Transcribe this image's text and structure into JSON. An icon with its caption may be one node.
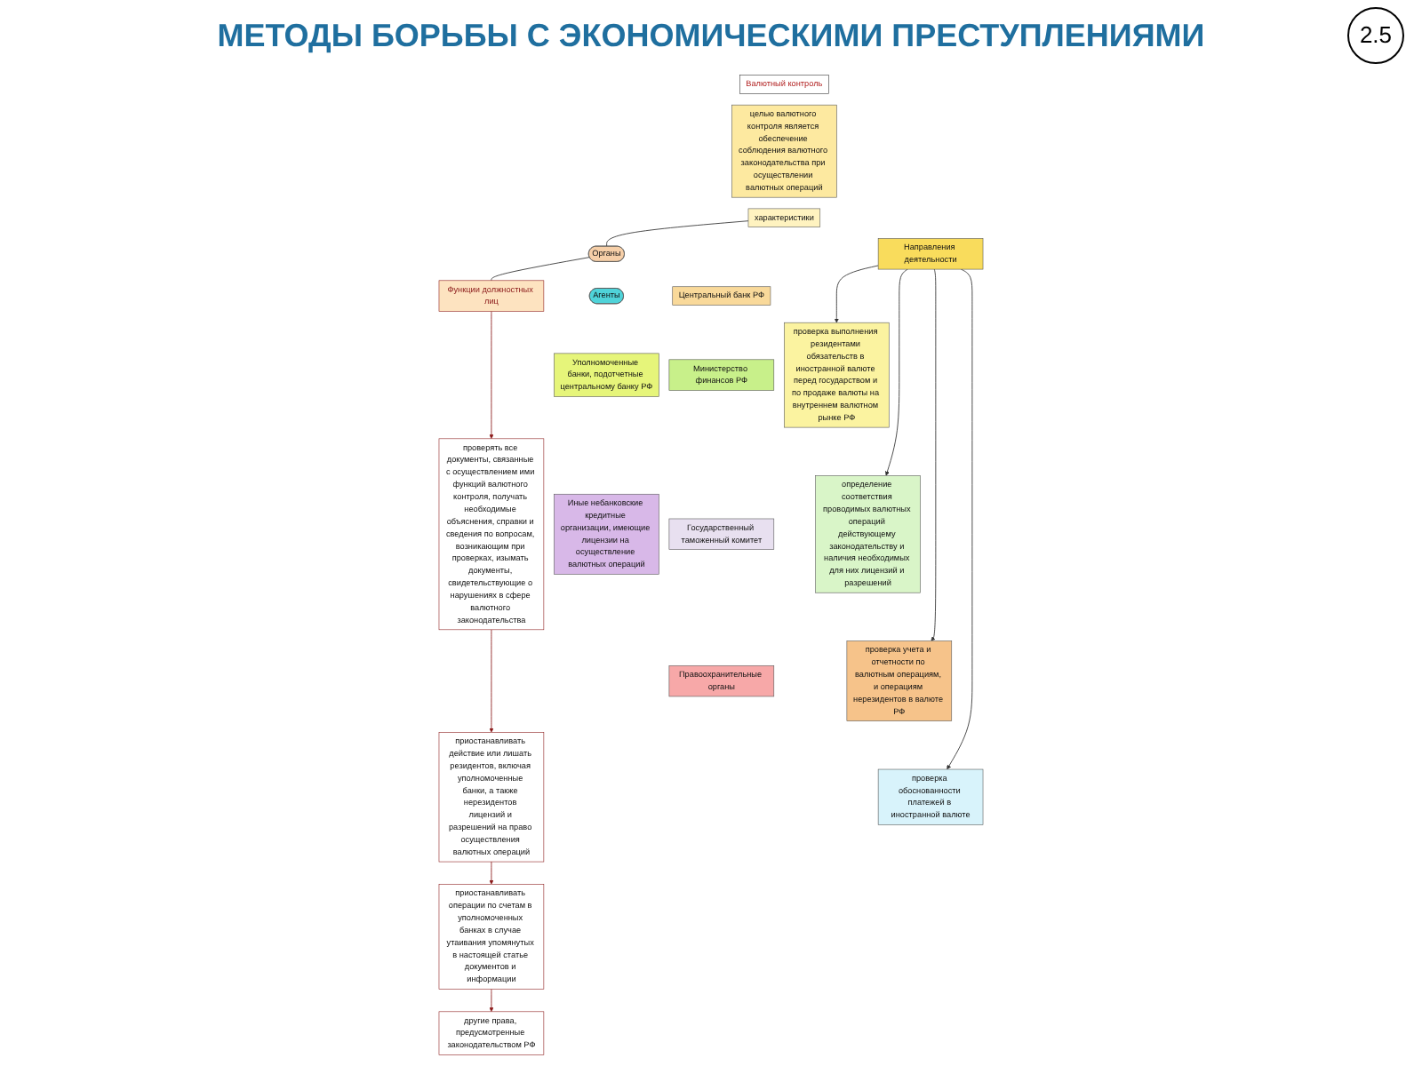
{
  "diagram": {
    "title": "МЕТОДЫ БОРЬБЫ С ЭКОНОМИЧЕСКИМИ ПРЕСТУПЛЕНИЯМИ",
    "nodes": [
      {
        "text": [
          "Валютный контроль"
        ]
      },
      {
        "text": [
          "целью валютного контроля является обеспечение соблюдения валютного законодательства при осуществлении валютных операций"
        ]
      },
      {
        "text": [
          "характеристики"
        ]
      },
      {
        "text": [
          "Направления деятельности"
        ]
      },
      {
        "text": [
          "Органы"
        ]
      },
      {
        "text": [
          "Функции должностных лиц"
        ]
      },
      {
        "text": [
          "проверка выполнения резидентами обязательств в иностранной валюте перед государством и по продаже валюты на внутреннем валютном рынке РФ"
        ]
      },
      {
        "text": [
          "определение соответствия проводимых валютных операций действующему законодательству и наличия необходимых для них лицензий и разрешений"
        ]
      },
      {
        "text": [
          "проверка учета и отчетности по валютным операциям, и операциям нерезидентов в валюте РФ"
        ]
      },
      {
        "text": [
          "проверка обоснованности платежей в иностранной валюте"
        ]
      },
      {
        "text": [
          "Агенты"
        ]
      },
      {
        "text": [
          "Уполномоченные банки, подотчетные центральному банку РФ"
        ]
      },
      {
        "text": [
          "Иные небанковские кредитные организации, имеющие лицензии на осуществление валютных операций"
        ]
      },
      {
        "text": [
          "Центральный банк РФ"
        ]
      },
      {
        "text": [
          "Министерство финансов РФ"
        ]
      },
      {
        "text": [
          "Государственный таможенный комитет"
        ]
      },
      {
        "text": [
          "Правоохранительные органы"
        ]
      },
      {
        "text": [
          "проверять все документы, связанные с осуществлением ими функций валютного контроля, получать необходимые объяснения, справки и сведения по вопросам, возникающим при проверках, изымать документы, свидетельствующие о нарушениях в сфере валютного законодательства"
        ]
      },
      {
        "text": [
          "приостанавливать действие или лишать резидентов, включая уполномоченные банки, а также нерезидентов лицензий и разрешений на право осуществления валютных операций"
        ]
      },
      {
        "text": [
          "приостанавливать операции по счетам в уполномоченных банках в случае утаивания упомянутых в настоящей статье документов и информации"
        ]
      },
      {
        "text": [
          "другие права, предусмотренные законодательством РФ"
        ]
      }
    ],
    "edges": [
      {
        "from": 2,
        "to": 4,
        "arrow": "none"
      },
      {
        "from": 4,
        "to": 5,
        "arrow": "none"
      },
      {
        "from": 3,
        "to": 6,
        "arrow": "to"
      },
      {
        "from": 3,
        "to": 7,
        "arrow": "to"
      },
      {
        "from": 3,
        "to": 8,
        "arrow": "to"
      },
      {
        "from": 3,
        "to": 9,
        "arrow": "to"
      },
      {
        "from": 5,
        "to": 17,
        "arrow": "to",
        "color": "#8b1a1a"
      },
      {
        "from": 17,
        "to": 18,
        "arrow": "to",
        "color": "#8b1a1a"
      },
      {
        "from": 18,
        "to": 19,
        "arrow": "to",
        "color": "#8b1a1a"
      },
      {
        "from": 19,
        "to": 20,
        "arrow": "to",
        "color": "#8b1a1a"
      }
    ],
    "labels": [
      "2.5"
    ]
  }
}
